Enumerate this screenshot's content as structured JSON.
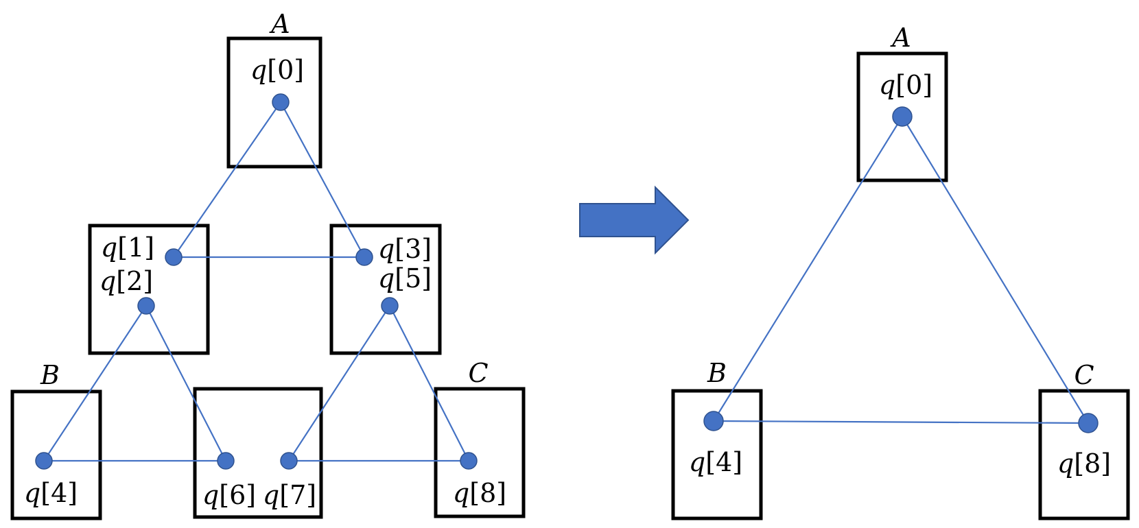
{
  "left": {
    "groups": {
      "A": "A",
      "B": "B",
      "C": "C"
    },
    "qubits": {
      "q0": {
        "name": "q",
        "index": "[0]"
      },
      "q1": {
        "name": "q",
        "index": "[1]"
      },
      "q2": {
        "name": "q",
        "index": "[2]"
      },
      "q3": {
        "name": "q",
        "index": "[3]"
      },
      "q4": {
        "name": "q",
        "index": "[4]"
      },
      "q5": {
        "name": "q",
        "index": "[5]"
      },
      "q6": {
        "name": "q",
        "index": "[6]"
      },
      "q7": {
        "name": "q",
        "index": "[7]"
      },
      "q8": {
        "name": "q",
        "index": "[8]"
      }
    }
  },
  "right": {
    "groups": {
      "A": "A",
      "B": "B",
      "C": "C"
    },
    "qubits": {
      "q0": {
        "name": "q",
        "index": "[0]"
      },
      "q4": {
        "name": "q",
        "index": "[4]"
      },
      "q8": {
        "name": "q",
        "index": "[8]"
      }
    }
  },
  "colors": {
    "node": "#4472C4",
    "arrow": "#4472C4",
    "box": "#000000"
  }
}
